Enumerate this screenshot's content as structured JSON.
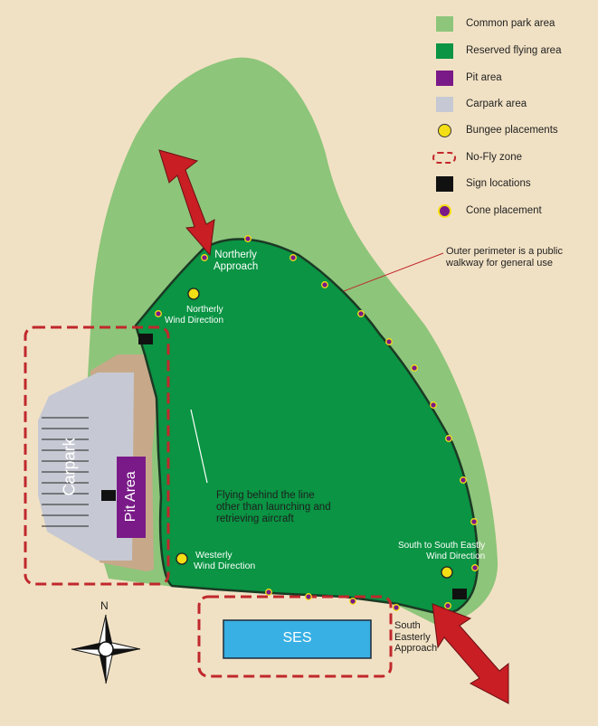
{
  "legend": {
    "items": [
      {
        "label": "Common park area",
        "swatch": "common-park",
        "color": "#8dc57a"
      },
      {
        "label": "Reserved flying area",
        "swatch": "reserved-flying",
        "color": "#0a9443"
      },
      {
        "label": "Pit area",
        "swatch": "pit",
        "color": "#7a1a88"
      },
      {
        "label": "Carpark area",
        "swatch": "carpark",
        "color": "#c6c9d3"
      },
      {
        "label": "Bungee placements",
        "swatch": "bungee",
        "color": "#f4df14"
      },
      {
        "label": "No-Fly zone",
        "swatch": "no-fly",
        "color": "#c0282c"
      },
      {
        "label": "Sign locations",
        "swatch": "sign",
        "color": "#111111"
      },
      {
        "label": "Cone placement",
        "swatch": "cone",
        "color": "#7a1a88"
      }
    ]
  },
  "map": {
    "northerly_approach": [
      "Northerly",
      "Approach"
    ],
    "northerly_wind": [
      "Northerly",
      "Wind Direction"
    ],
    "westerly_wind": [
      "Westerly",
      "Wind Direction"
    ],
    "south_wind": [
      "South to South Eastly",
      "Wind Direction"
    ],
    "south_easterly_approach": [
      "South",
      "Easterly",
      "Approach"
    ],
    "flying_note": [
      "Flying behind the line",
      "other than launching and",
      "retrieving aircraft"
    ],
    "perimeter_note": [
      "Outer perimeter is a public",
      "walkway for general use"
    ],
    "carpark_label": "Carpark",
    "pit_label": "Pit Area",
    "ses_label": "SES",
    "compass_north": "N"
  }
}
